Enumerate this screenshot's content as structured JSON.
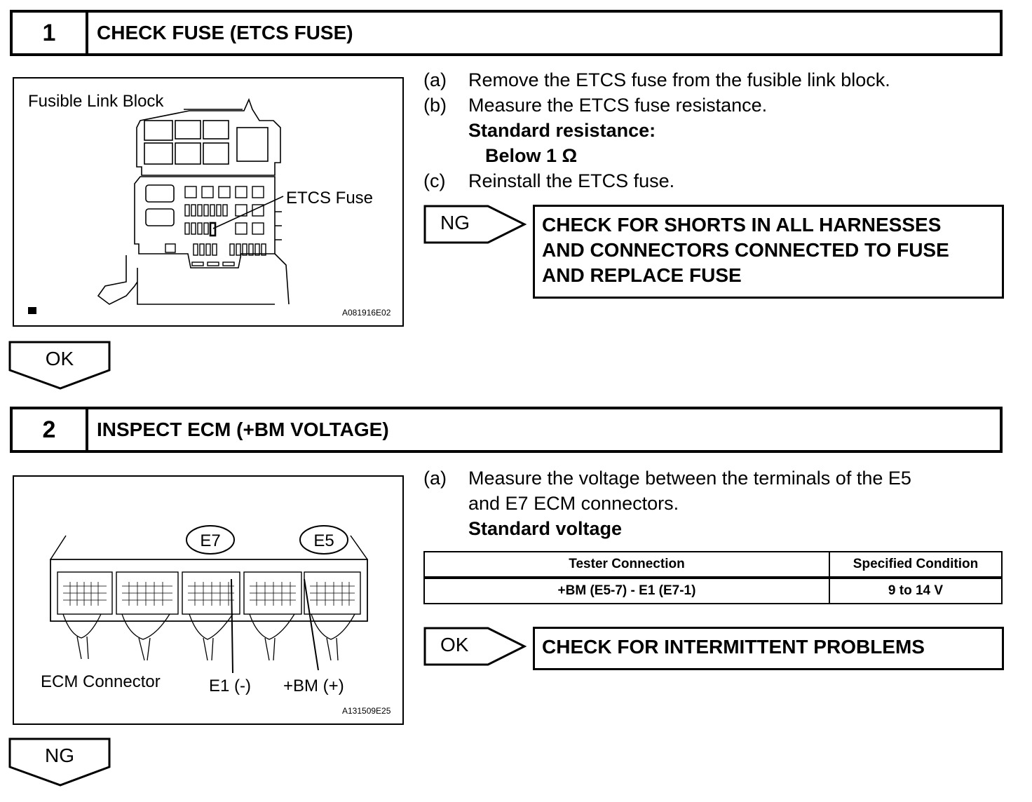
{
  "step1": {
    "number": "1",
    "title": "CHECK FUSE (ETCS FUSE)",
    "figure": {
      "label_block": "Fusible Link Block",
      "label_fuse": "ETCS Fuse",
      "code": "A081916E02"
    },
    "instructions": [
      {
        "label": "(a)",
        "text": "Remove the ETCS fuse from the fusible link block."
      },
      {
        "label": "(b)",
        "text": "Measure the ETCS fuse resistance."
      },
      {
        "label": "",
        "text": "Standard resistance:"
      },
      {
        "label": "",
        "text": "Below 1 Ω"
      },
      {
        "label": "(c)",
        "text": "Reinstall the ETCS fuse."
      }
    ],
    "ng_label": "NG",
    "ng_result_lines": [
      "CHECK FOR SHORTS IN ALL HARNESSES",
      "AND CONNECTORS CONNECTED TO FUSE",
      "AND REPLACE FUSE"
    ],
    "ok_label": "OK"
  },
  "step2": {
    "number": "2",
    "title": "INSPECT ECM (+BM VOLTAGE)",
    "figure": {
      "connector_e7": "E7",
      "connector_e5": "E5",
      "label_ecm": "ECM Connector",
      "label_e1": "E1 (-)",
      "label_bm": "+BM (+)",
      "code": "A131509E25"
    },
    "instructions": [
      {
        "label": "(a)",
        "text": "Measure the voltage between the terminals of the E5"
      },
      {
        "label": "",
        "text": "and E7 ECM connectors."
      },
      {
        "label": "",
        "text": "Standard voltage"
      }
    ],
    "table": {
      "headers": [
        "Tester Connection",
        "Specified Condition"
      ],
      "rows": [
        [
          "+BM (E5-7) - E1 (E7-1)",
          "9 to 14 V"
        ]
      ]
    },
    "ok_label": "OK",
    "ok_result": "CHECK FOR INTERMITTENT PROBLEMS",
    "ng_label": "NG"
  }
}
